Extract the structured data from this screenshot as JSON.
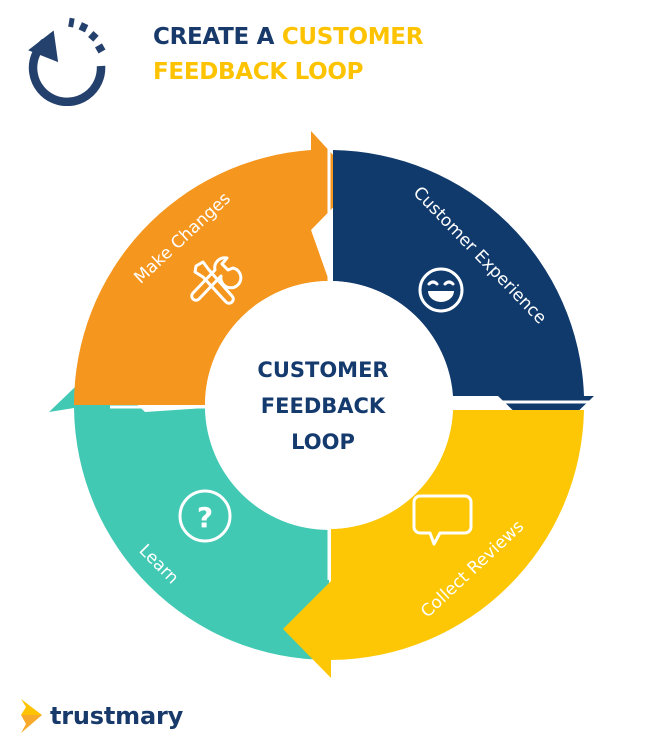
{
  "header": {
    "icon": "refresh-loop-icon",
    "title_part1": "CREATE A ",
    "title_part2": "CUSTOMER",
    "title_line2": "FEEDBACK LOOP"
  },
  "diagram": {
    "center": {
      "line1": "CUSTOMER",
      "line2": "FEEDBACK",
      "line3": "LOOP"
    },
    "segments": [
      {
        "id": "make-changes",
        "label": "Make Changes",
        "icon": "tools-icon",
        "color": "#f5961e"
      },
      {
        "id": "customer-experience",
        "label": "Customer Experience",
        "icon": "smiley-icon",
        "color": "#103a6c"
      },
      {
        "id": "collect-reviews",
        "label": "Collect Reviews",
        "icon": "speech-bubble-icon",
        "color": "#fdc705"
      },
      {
        "id": "learn",
        "label": "Learn",
        "icon": "question-icon",
        "color": "#41c9b3"
      }
    ]
  },
  "colors": {
    "navy": "#183a6b",
    "yellow": "#fdc300",
    "orange": "#f5961e",
    "teal": "#41c9b3"
  },
  "footer": {
    "brand": "trustmary",
    "logo_icon": "trustmary-logo-mark"
  }
}
